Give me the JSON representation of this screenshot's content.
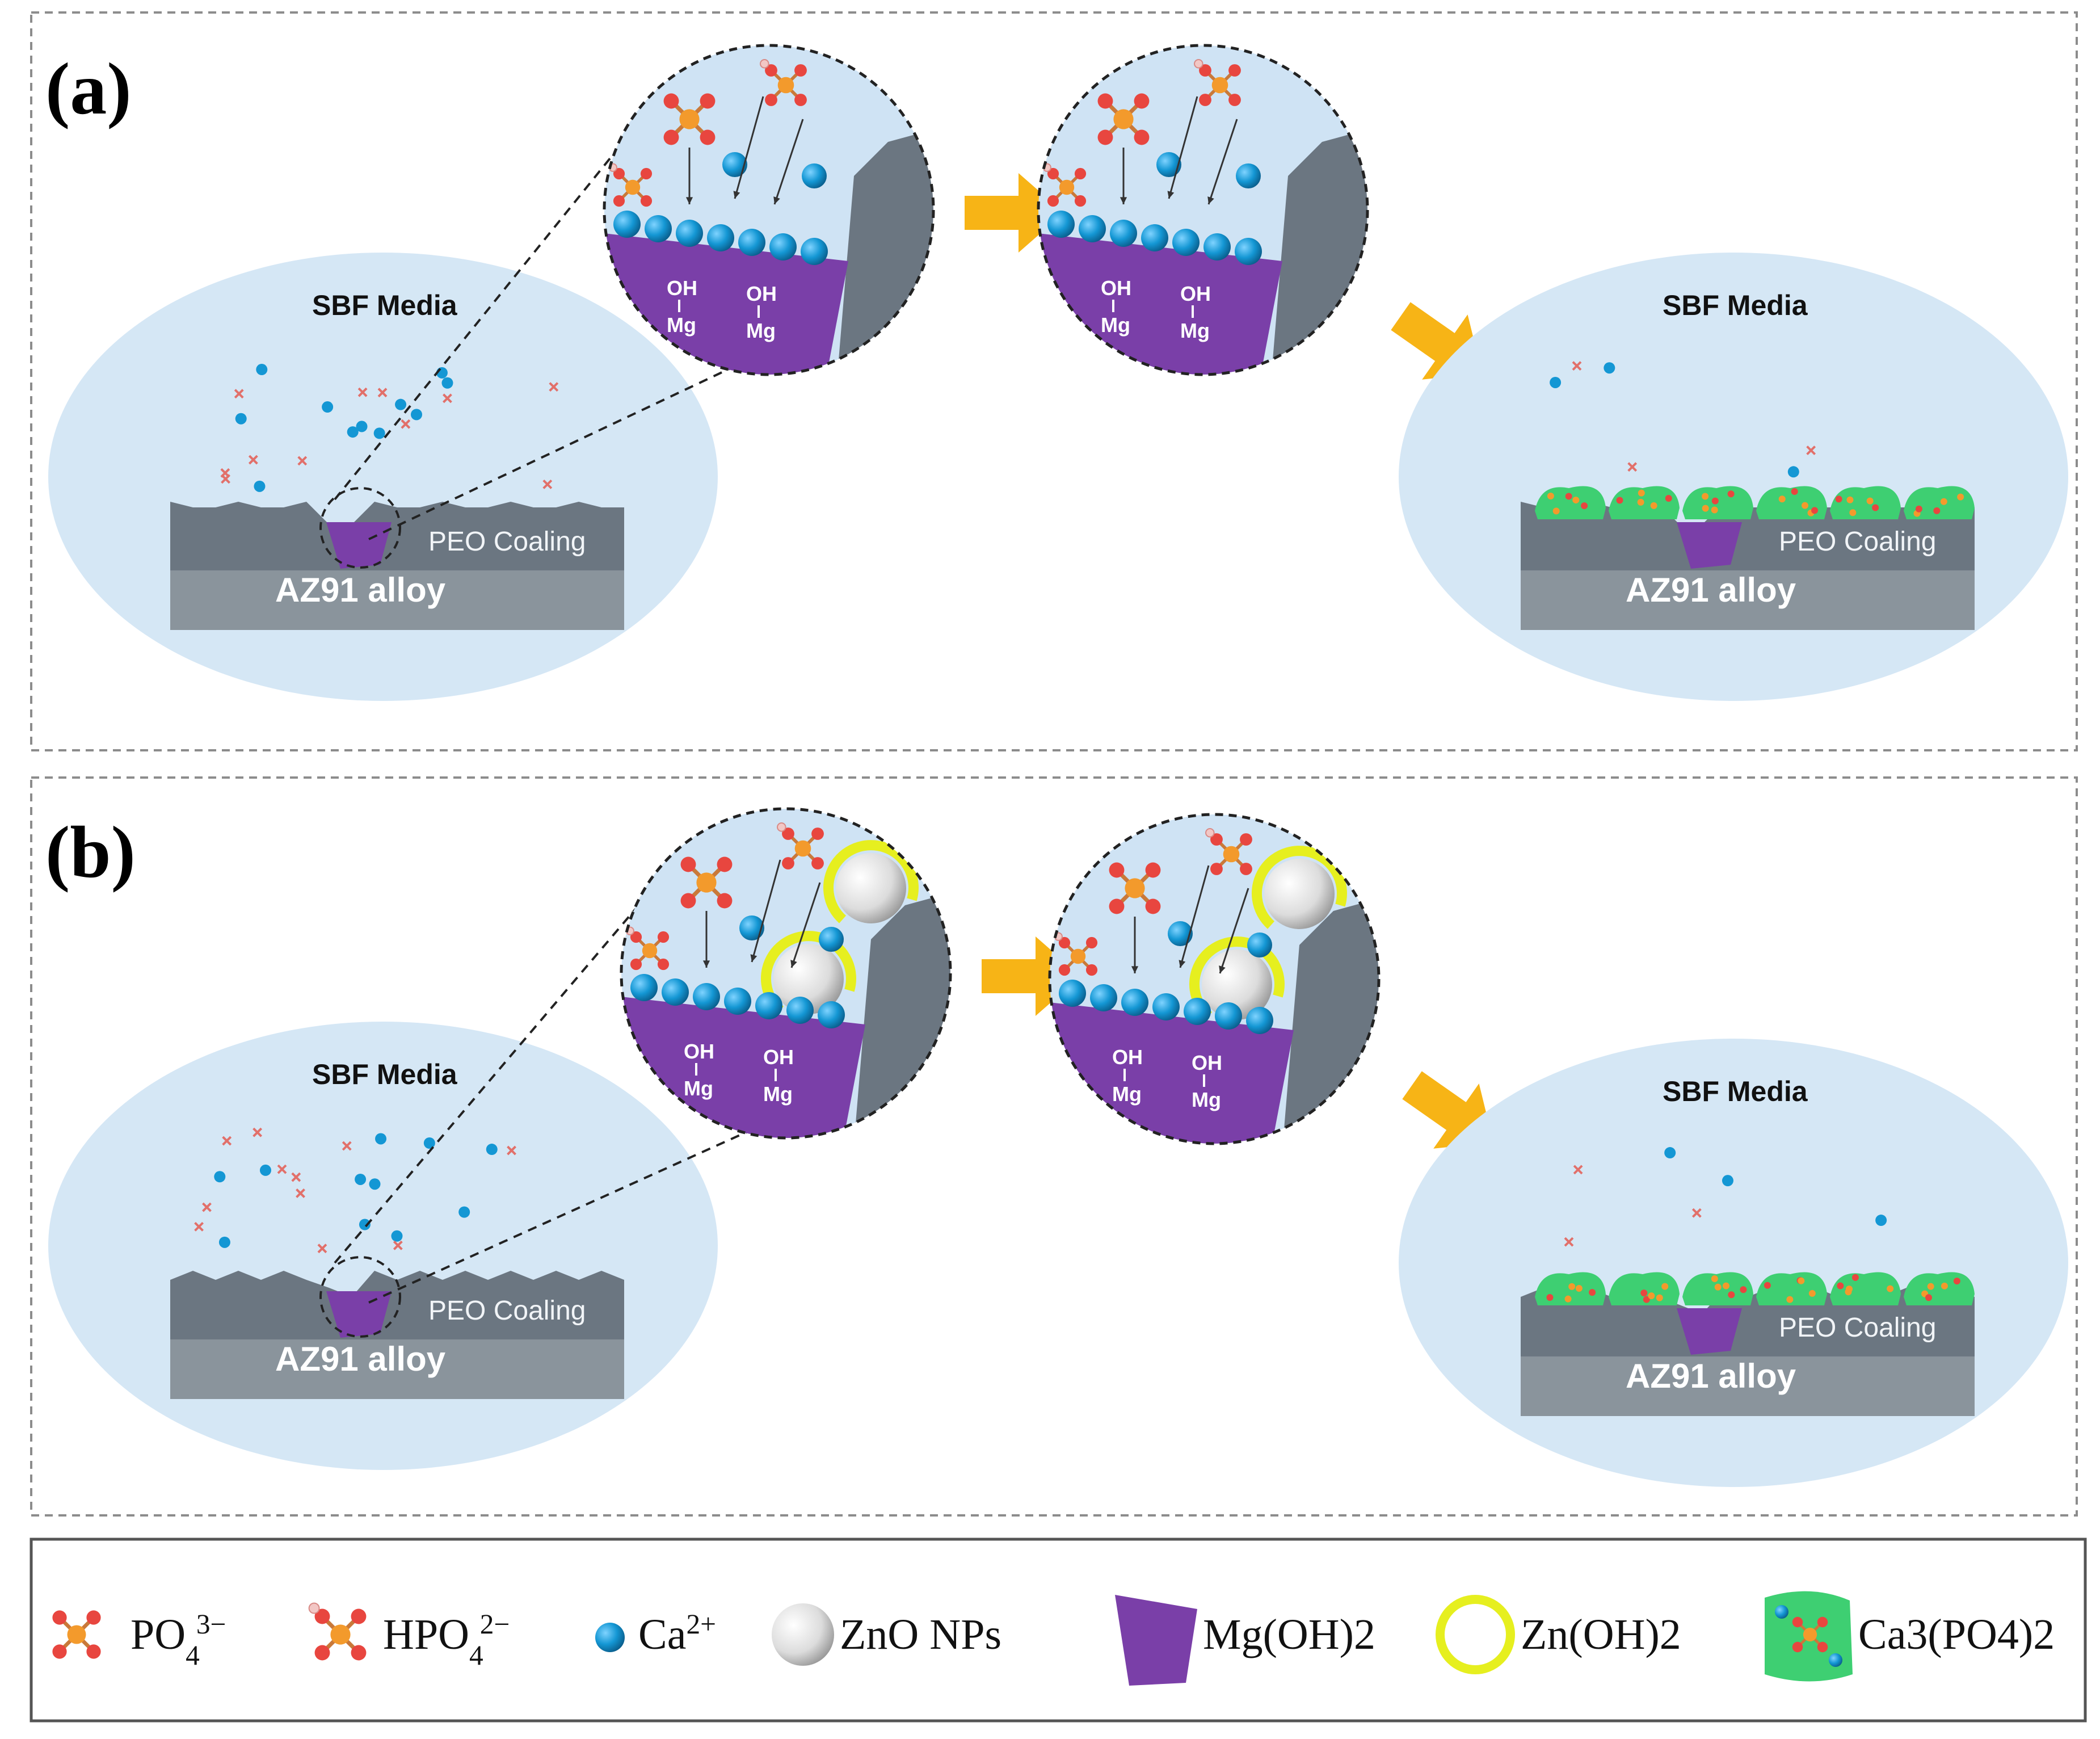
{
  "panels": [
    {
      "id": "a",
      "label": "(a)",
      "media_left": "SBF Media",
      "media_right": "SBF Media",
      "coating_left": "PEO Coaling",
      "coating_right": "PEO Coaling",
      "alloy_left": "AZ91 alloy",
      "alloy_right": "AZ91 alloy",
      "zoom1_oh": [
        "OH",
        "OH"
      ],
      "zoom1_mg": [
        "Mg",
        "Mg"
      ],
      "zoom2_oh": [
        "OH",
        "OH"
      ],
      "zoom2_mg": [
        "Mg",
        "Mg"
      ]
    },
    {
      "id": "b",
      "label": "(b)",
      "media_left": "SBF Media",
      "media_right": "SBF Media",
      "coating_left": "PEO Coaling",
      "coating_right": "PEO Coaling",
      "alloy_left": "AZ91 alloy",
      "alloy_right": "AZ91 alloy",
      "zoom1_oh": [
        "OH",
        "OH"
      ],
      "zoom1_mg": [
        "Mg",
        "Mg"
      ],
      "zoom2_oh": [
        "OH",
        "OH"
      ],
      "zoom2_mg": [
        "Mg",
        "Mg"
      ]
    }
  ],
  "legend": {
    "po4": {
      "base": "PO",
      "sub": "4",
      "sup": "3−"
    },
    "hpo4": {
      "base": "HPO",
      "sub": "4",
      "sup": "2−"
    },
    "ca": {
      "base": "Ca",
      "sup": "2+"
    },
    "zno": "ZnO NPs",
    "mgoh2": "Mg(OH)2",
    "znoh2": "Zn(OH)2",
    "ca3po4": "Ca3(PO4)2"
  },
  "colors": {
    "media": "#d5e7f5",
    "zoom_bg": "#cfe3f4",
    "arrow": "#f7b416",
    "coating": "#6b7681",
    "alloy": "#8a949c",
    "mg_oh": "#7a3fa8",
    "ca_ion": "#1497d4",
    "phosphate_center": "#f39a2c",
    "phosphate_arm": "#e8463f",
    "zn_oh": "#e6ef1f",
    "apatite": "#3ecf72"
  }
}
